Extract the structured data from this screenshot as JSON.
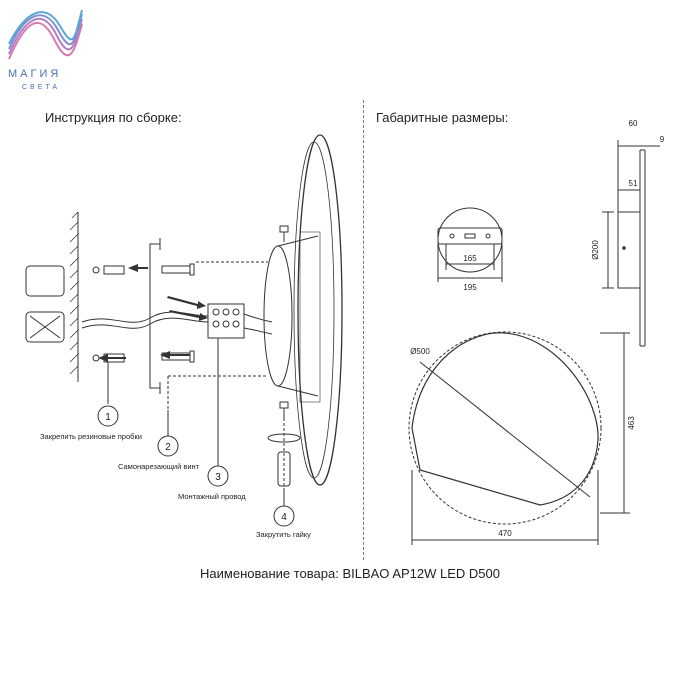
{
  "logo": {
    "name": "МАГИЯ",
    "sub": "СВЕТА"
  },
  "assembly": {
    "title": "Инструкция по сборке:",
    "steps": [
      {
        "num": "1",
        "text": "Закрепить резиновые пробки"
      },
      {
        "num": "2",
        "text": "Самонарезающий винт"
      },
      {
        "num": "3",
        "text": "Монтажный провод"
      },
      {
        "num": "4",
        "text": "Закрутить гайку"
      }
    ]
  },
  "dimensions": {
    "title": "Габаритные размеры:",
    "values": {
      "depth": "60",
      "thickness": "9",
      "body_depth": "51",
      "body_diameter": "Ø200",
      "mount_inner": "165",
      "mount_outer": "195",
      "diameter": "Ø500",
      "height": "463",
      "width": "470"
    }
  },
  "product": {
    "label": "Наименование товара: BILBAO AP12W LED D500"
  },
  "colors": {
    "line": "#333333",
    "logo_blue": "#4a6fb3",
    "logo_pink": "#d97bb0"
  }
}
